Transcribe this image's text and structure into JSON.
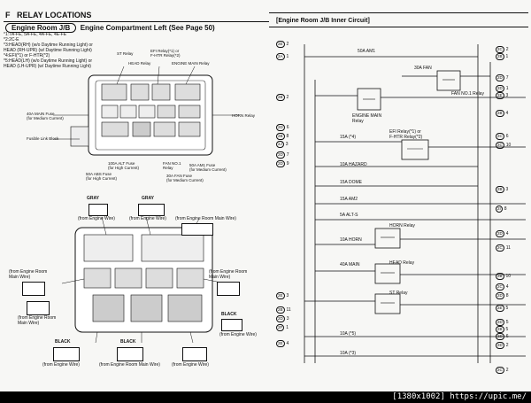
{
  "header": {
    "section_letter": "F",
    "section_title": "RELAY LOCATIONS",
    "box_label": "Engine Room J/B",
    "box_location": "Engine Compartment Left (See Page 50)",
    "right_title": "[Engine Room J/B Inner Circuit]"
  },
  "notes": [
    "*1:7A-FE, 5A-FE, 4A-FE, 4E-FE",
    "*2:2C-E",
    "*3:HEAD(RH) (w/o Daytime Running Light) or",
    "    HEAD (RH-UPR) (w/ Daytime Running Light)",
    "*4:EFI(*1) or F-HTR(*2)",
    "*5:HEAD(LH) (w/o Daytime Running Light) or",
    "    HEAD (LH-UPR) (w/ Daytime Running Light)"
  ],
  "top_labels": {
    "st_relay": "ST Relay",
    "efi_relay": "EFI Relay(*1) or\nF-HTR Relay(*2)",
    "head_relay": "HEAD Relay",
    "engine_main_relay": "ENGINE MAIN Relay",
    "horn_relay": "HORN Relay",
    "am1_fuse": "40A MAIN Fuse\n(for Medium Current)",
    "fusible_link": "Fusible Link Block",
    "alt_fuse": "100A ALT Fuse\n(for High Current)",
    "abs_fuse": "50A ABS Fuse\n(for High Current)",
    "fan_no1": "FAN NO.1\nRelay",
    "am1_50a": "50A AM1 Fuse\n(for Medium Current)",
    "fan_30a": "30A FAN Fuse\n(for Medium Current)"
  },
  "connectors": [
    {
      "code": "2A",
      "color": "GRAY",
      "source": "(from Engine Wire)"
    },
    {
      "code": "2B",
      "color": "GRAY",
      "source": "(from Engine Wire)"
    },
    {
      "code": "2C",
      "color": "",
      "source": "(from Engine Room Main Wire)"
    },
    {
      "code": "2D",
      "color": "",
      "source": "(from Engine Room\nMain Wire)"
    },
    {
      "code": "2E",
      "color": "",
      "source": "(from Engine Room\nMain Wire)"
    },
    {
      "code": "2F",
      "color": "",
      "source": "(from Engine Room\nMain Wire)"
    },
    {
      "code": "2G",
      "color": "BLACK",
      "source": "(from Engine Wire)"
    },
    {
      "code": "2H",
      "color": "BLACK",
      "source": "(from Engine Wire)"
    },
    {
      "code": "2I",
      "color": "BLACK",
      "source": "(from Engine Room Main Wire)"
    },
    {
      "code": "2J",
      "color": "",
      "source": "(from Engine Wire)"
    }
  ],
  "circuit": {
    "labels": {
      "am1": "50A AM1",
      "fan": "30A FAN",
      "fan_relay": "FAN NO.1 Relay",
      "engine_main": "ENGINE MAIN\nRelay",
      "efi": "EFI Relay(*1) or\nF-HTR Relay(*2)",
      "f15_4": "15A (*4)",
      "hazard": "10A HAZARD",
      "dome": "15A DOME",
      "am2": "15A AM2",
      "alts": "5A ALT-S",
      "horn_relay": "HORN Relay",
      "horn": "10A HORN",
      "main": "40A MAIN",
      "head_relay": "HEAD Relay",
      "st_relay": "ST Relay",
      "f10_5": "10A (*5)",
      "f10_3": "10A (*3)"
    },
    "left_terminals": [
      {
        "code": "2E",
        "pin": "2"
      },
      {
        "code": "2A",
        "pin": "1"
      },
      {
        "code": "2B",
        "pin": "2"
      },
      {
        "code": "2D",
        "pin": "6"
      },
      {
        "code": "2B",
        "pin": "8"
      },
      {
        "code": "2J",
        "pin": "3"
      },
      {
        "code": "2D",
        "pin": "7"
      },
      {
        "code": "2D",
        "pin": "9"
      },
      {
        "code": "2E",
        "pin": "3"
      },
      {
        "code": "2B",
        "pin": "11"
      },
      {
        "code": "2D",
        "pin": "3"
      },
      {
        "code": "2F",
        "pin": "1"
      },
      {
        "code": "2E",
        "pin": "4"
      }
    ],
    "right_terminals": [
      {
        "code": "2C",
        "pin": "2"
      },
      {
        "code": "2B",
        "pin": "1"
      },
      {
        "code": "2D",
        "pin": "7"
      },
      {
        "code": "2D",
        "pin": "1"
      },
      {
        "code": "2E",
        "pin": "3"
      },
      {
        "code": "2B",
        "pin": "4"
      },
      {
        "code": "2C",
        "pin": "6"
      },
      {
        "code": "2C",
        "pin": "10"
      },
      {
        "code": "2B",
        "pin": "3"
      },
      {
        "code": "2I",
        "pin": "8"
      },
      {
        "code": "2D",
        "pin": "4"
      },
      {
        "code": "2C",
        "pin": "11"
      },
      {
        "code": "2B",
        "pin": "10"
      },
      {
        "code": "2C",
        "pin": "4"
      },
      {
        "code": "2D",
        "pin": "8"
      },
      {
        "code": "2E",
        "pin": "5"
      },
      {
        "code": "2D",
        "pin": "5"
      },
      {
        "code": "2B",
        "pin": "5"
      },
      {
        "code": "2D",
        "pin": "6"
      },
      {
        "code": "2D",
        "pin": "2"
      },
      {
        "code": "2C",
        "pin": "2"
      }
    ]
  },
  "footer": {
    "watermark": "[1380x1002] https://upic.me/"
  }
}
